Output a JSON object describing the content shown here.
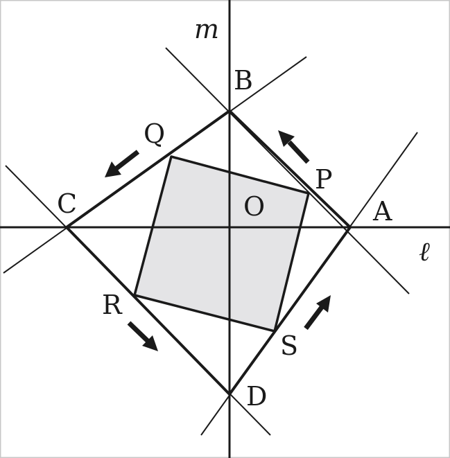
{
  "figure": {
    "colors": {
      "ink": "#1a1a1a",
      "square_fill": "#e4e4e6",
      "frame": "#c8c8c8",
      "background": "#ffffff"
    },
    "labels": {
      "m": "m",
      "l": "ℓ",
      "A": "A",
      "B": "B",
      "C": "C",
      "D": "D",
      "O": "O",
      "P": "P",
      "Q": "Q",
      "R": "R",
      "S": "S"
    },
    "arrows": {
      "on_AB": "arrow-toward-B",
      "on_BC": "arrow-toward-C",
      "on_CD": "arrow-toward-D",
      "on_DA": "arrow-toward-A"
    }
  }
}
